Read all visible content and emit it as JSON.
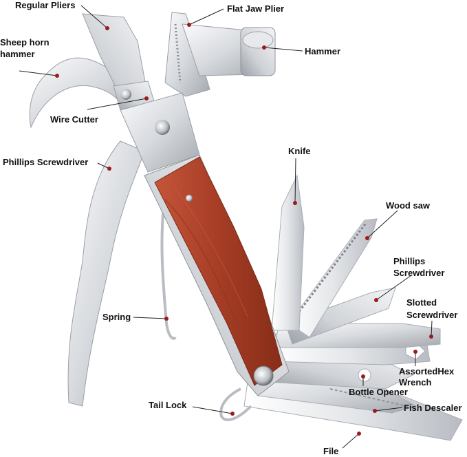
{
  "colors": {
    "steel_light": "#eeeff1",
    "steel_mid": "#c9ccd1",
    "steel_dark": "#8e939a",
    "wood": "#b5452c",
    "wood_dark": "#7c2a17",
    "pointer_dot": "#9b1c1c",
    "leader_line": "#222222"
  },
  "labels": {
    "regular_pliers": "Regular Pliers",
    "flat_jaw_plier": "Flat Jaw Plier",
    "sheep_horn_hammer_1": "Sheep horn",
    "sheep_horn_hammer_2": "hammer",
    "hammer": "Hammer",
    "wire_cutter": "Wire Cutter",
    "phillips_screwdriver_left": "Phillips Screwdriver",
    "knife": "Knife",
    "wood_saw": "Wood saw",
    "phillips_screwdriver_right_1": "Phillips",
    "phillips_screwdriver_right_2": "Screwdriver",
    "slotted_screwdriver_1": "Slotted",
    "slotted_screwdriver_2": "Screwdriver",
    "spring": "Spring",
    "assorted_hex_wrench_1": "AssortedHex",
    "assorted_hex_wrench_2": "Wrench",
    "bottle_opener": "Bottle Opener",
    "tail_lock": "Tail Lock",
    "fish_descaler": "Fish Descaler",
    "file": "File"
  }
}
